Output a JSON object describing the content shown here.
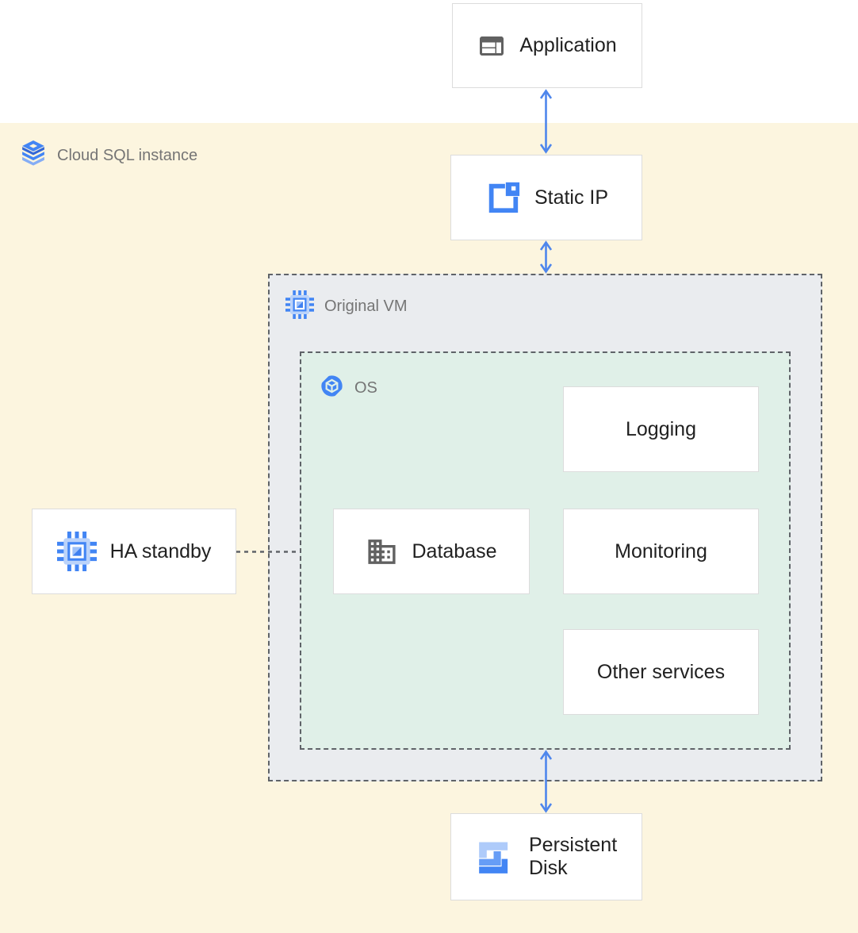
{
  "diagram": {
    "regions": {
      "cloud_sql": {
        "label": "Cloud SQL instance"
      },
      "original_vm": {
        "label": "Original VM"
      },
      "os": {
        "label": "OS"
      }
    },
    "nodes": {
      "application": {
        "label": "Application"
      },
      "static_ip": {
        "label": "Static IP"
      },
      "ha_standby": {
        "label": "HA standby"
      },
      "database": {
        "label": "Database"
      },
      "logging": {
        "label": "Logging"
      },
      "monitoring": {
        "label": "Monitoring"
      },
      "other_services": {
        "label": "Other services"
      },
      "persistent_disk": {
        "label": "Persistent Disk"
      }
    },
    "edges": [
      {
        "from": "application",
        "to": "static_ip",
        "type": "double-arrow"
      },
      {
        "from": "static_ip",
        "to": "original_vm",
        "type": "double-arrow"
      },
      {
        "from": "os",
        "to": "persistent_disk",
        "type": "double-arrow"
      },
      {
        "from": "ha_standby",
        "to": "os",
        "type": "dashed-line"
      }
    ],
    "colors": {
      "accent_blue": "#4285F4",
      "arrow_blue": "#4E86EC",
      "region_yellow": "#FCF5DF",
      "region_gray": "#EAECEF",
      "region_green": "#E0F0E8",
      "label_gray": "#757575",
      "node_text": "#212121",
      "dash_gray": "#5F6368",
      "icon_gray": "#616161"
    }
  }
}
